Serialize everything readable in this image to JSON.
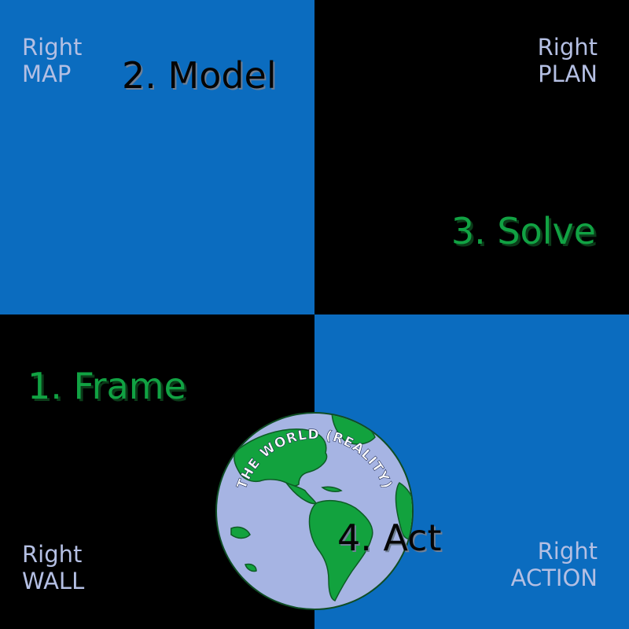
{
  "quadrants": {
    "top_left": {
      "color": "#0b6cbf"
    },
    "top_right": {
      "color": "#000000"
    },
    "bottom_left": {
      "color": "#000000"
    },
    "bottom_right": {
      "color": "#0b6cbf"
    }
  },
  "corner_labels": {
    "map": {
      "line1": "Right",
      "line2": "MAP"
    },
    "plan": {
      "line1": "Right",
      "line2": "PLAN"
    },
    "wall": {
      "line1": "Right",
      "line2": "WALL"
    },
    "action": {
      "line1": "Right",
      "line2": "ACTION"
    }
  },
  "steps": {
    "frame": "1. Frame",
    "model": "2. Model",
    "solve": "3. Solve",
    "act": "4. Act"
  },
  "globe": {
    "caption": "THE WORLD (REALITY)",
    "ocean_color": "#a6b4e3",
    "land_color": "#12a23e",
    "icon": "earth-globe-icon"
  },
  "colors": {
    "label": "#b4bfe3",
    "step_green": "#11a243",
    "step_black": "#050505"
  }
}
